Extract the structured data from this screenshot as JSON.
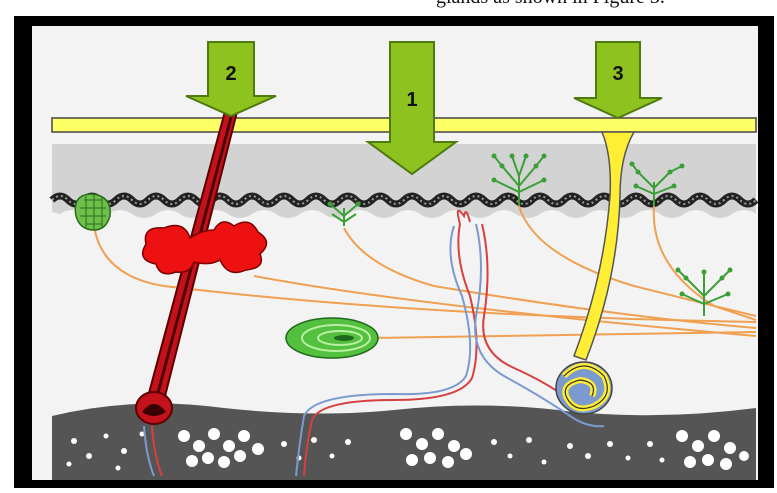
{
  "caption": "glands as shown in Figure 3.",
  "labels": {
    "arrow1": "1",
    "arrow2": "2",
    "arrow3": "3"
  },
  "colors": {
    "frame": "#000000",
    "panel": "#f3f3f3",
    "epidermis": "#ffff66",
    "dermis_band": "#d3d3d3",
    "subcutis": "#555555",
    "fat": "#ffffff",
    "arrow": "#8dc21f",
    "arrow_dark": "#5a8a12",
    "hair_red": "#c3121b",
    "hair_yellow": "#ffee33",
    "nerve": "#f0a050",
    "receptor_green": "#3aa035",
    "vessel_blue": "#7a9ad0",
    "vessel_red": "#d64040"
  }
}
